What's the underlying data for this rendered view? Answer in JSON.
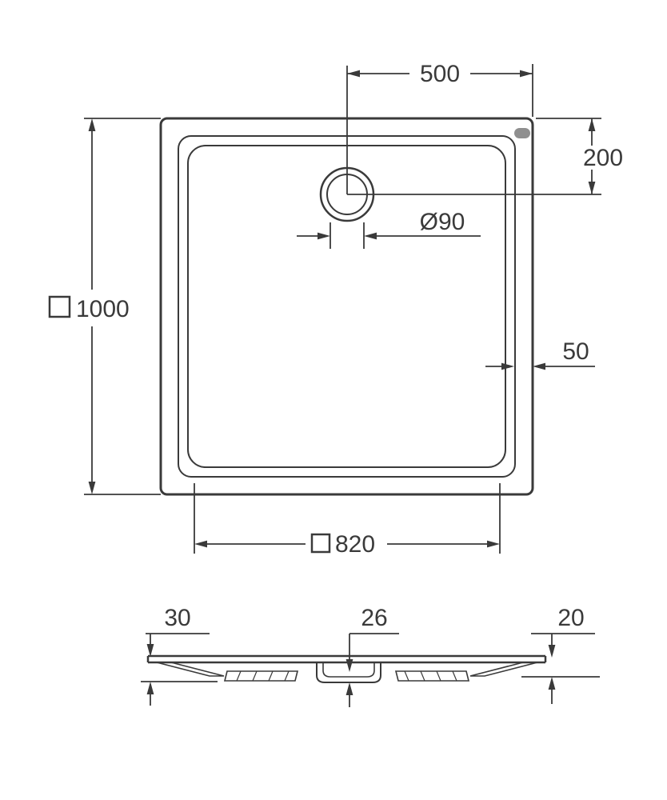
{
  "colors": {
    "line": "#3a3a3a",
    "background": "#ffffff",
    "corner_mark": "#8f8f8f"
  },
  "top_view": {
    "dim_drain_to_right_edge": "500",
    "dim_top_edge_to_drain": "200",
    "dim_drain_diameter": "Ø90",
    "dim_outer_square_prefix": "□",
    "dim_outer_square": "1000",
    "dim_rim_width": "50",
    "dim_inner_square_prefix": "□",
    "dim_inner_square": "820"
  },
  "section_view": {
    "dim_edge_height_left": "30",
    "dim_drain_recess_depth": "26",
    "dim_edge_height_right": "20"
  }
}
